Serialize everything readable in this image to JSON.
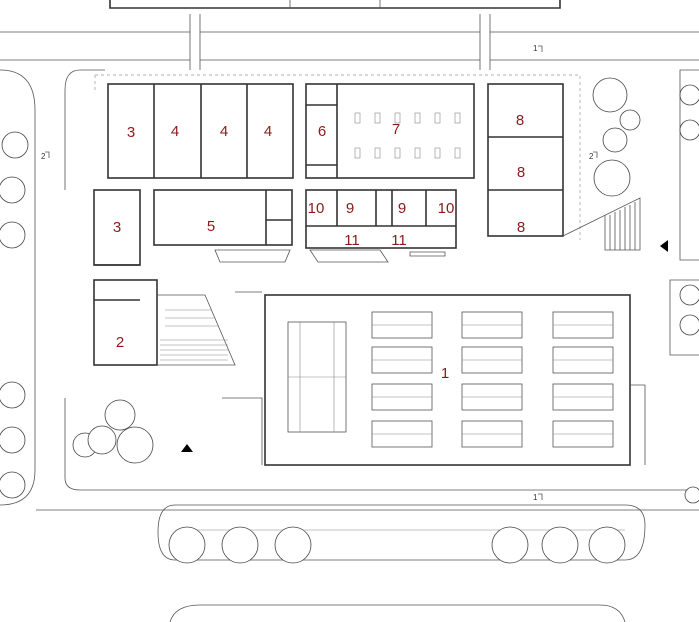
{
  "rooms": [
    {
      "id": "r3a",
      "label": "3"
    },
    {
      "id": "r4a",
      "label": "4"
    },
    {
      "id": "r4b",
      "label": "4"
    },
    {
      "id": "r4c",
      "label": "4"
    },
    {
      "id": "r6",
      "label": "6"
    },
    {
      "id": "r7",
      "label": "7"
    },
    {
      "id": "r8a",
      "label": "8"
    },
    {
      "id": "r8b",
      "label": "8"
    },
    {
      "id": "r8c",
      "label": "8"
    },
    {
      "id": "r3b",
      "label": "3"
    },
    {
      "id": "r5",
      "label": "5"
    },
    {
      "id": "r10a",
      "label": "10"
    },
    {
      "id": "r9a",
      "label": "9"
    },
    {
      "id": "r9b",
      "label": "9"
    },
    {
      "id": "r10b",
      "label": "10"
    },
    {
      "id": "r11a",
      "label": "11"
    },
    {
      "id": "r11b",
      "label": "11"
    },
    {
      "id": "r2",
      "label": "2"
    },
    {
      "id": "r1",
      "label": "1"
    }
  ],
  "section_marks": [
    {
      "id": "s1top",
      "label": "1"
    },
    {
      "id": "s2left",
      "label": "2"
    },
    {
      "id": "s2right",
      "label": "2"
    },
    {
      "id": "s1bottom",
      "label": "1"
    }
  ],
  "label_color": "#8b1a1a"
}
